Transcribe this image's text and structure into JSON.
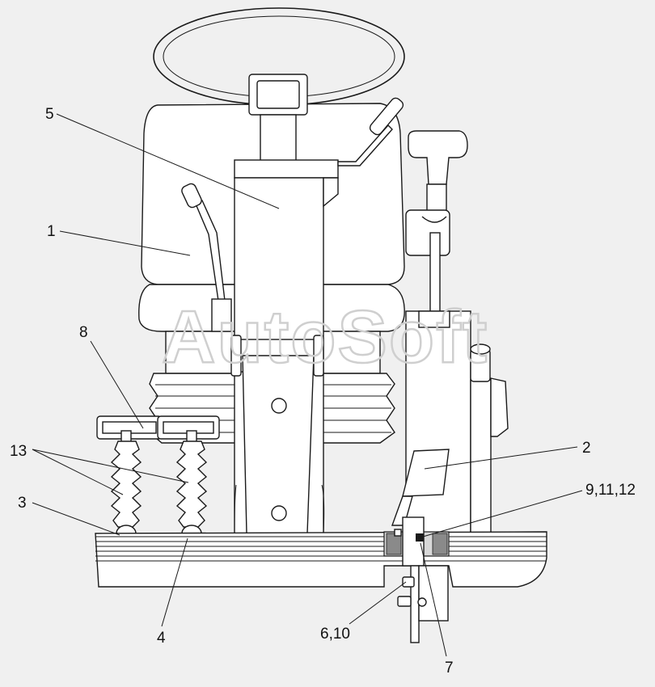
{
  "watermark": "AutoSoft",
  "callouts": [
    {
      "id": "c1",
      "text": "1"
    },
    {
      "id": "c2",
      "text": "2"
    },
    {
      "id": "c3",
      "text": "3"
    },
    {
      "id": "c4",
      "text": "4"
    },
    {
      "id": "c5",
      "text": "5"
    },
    {
      "id": "c6",
      "text": "6,10"
    },
    {
      "id": "c7",
      "text": "7"
    },
    {
      "id": "c8",
      "text": "8"
    },
    {
      "id": "c9",
      "text": "9,11,12"
    },
    {
      "id": "c13",
      "text": "13"
    }
  ]
}
